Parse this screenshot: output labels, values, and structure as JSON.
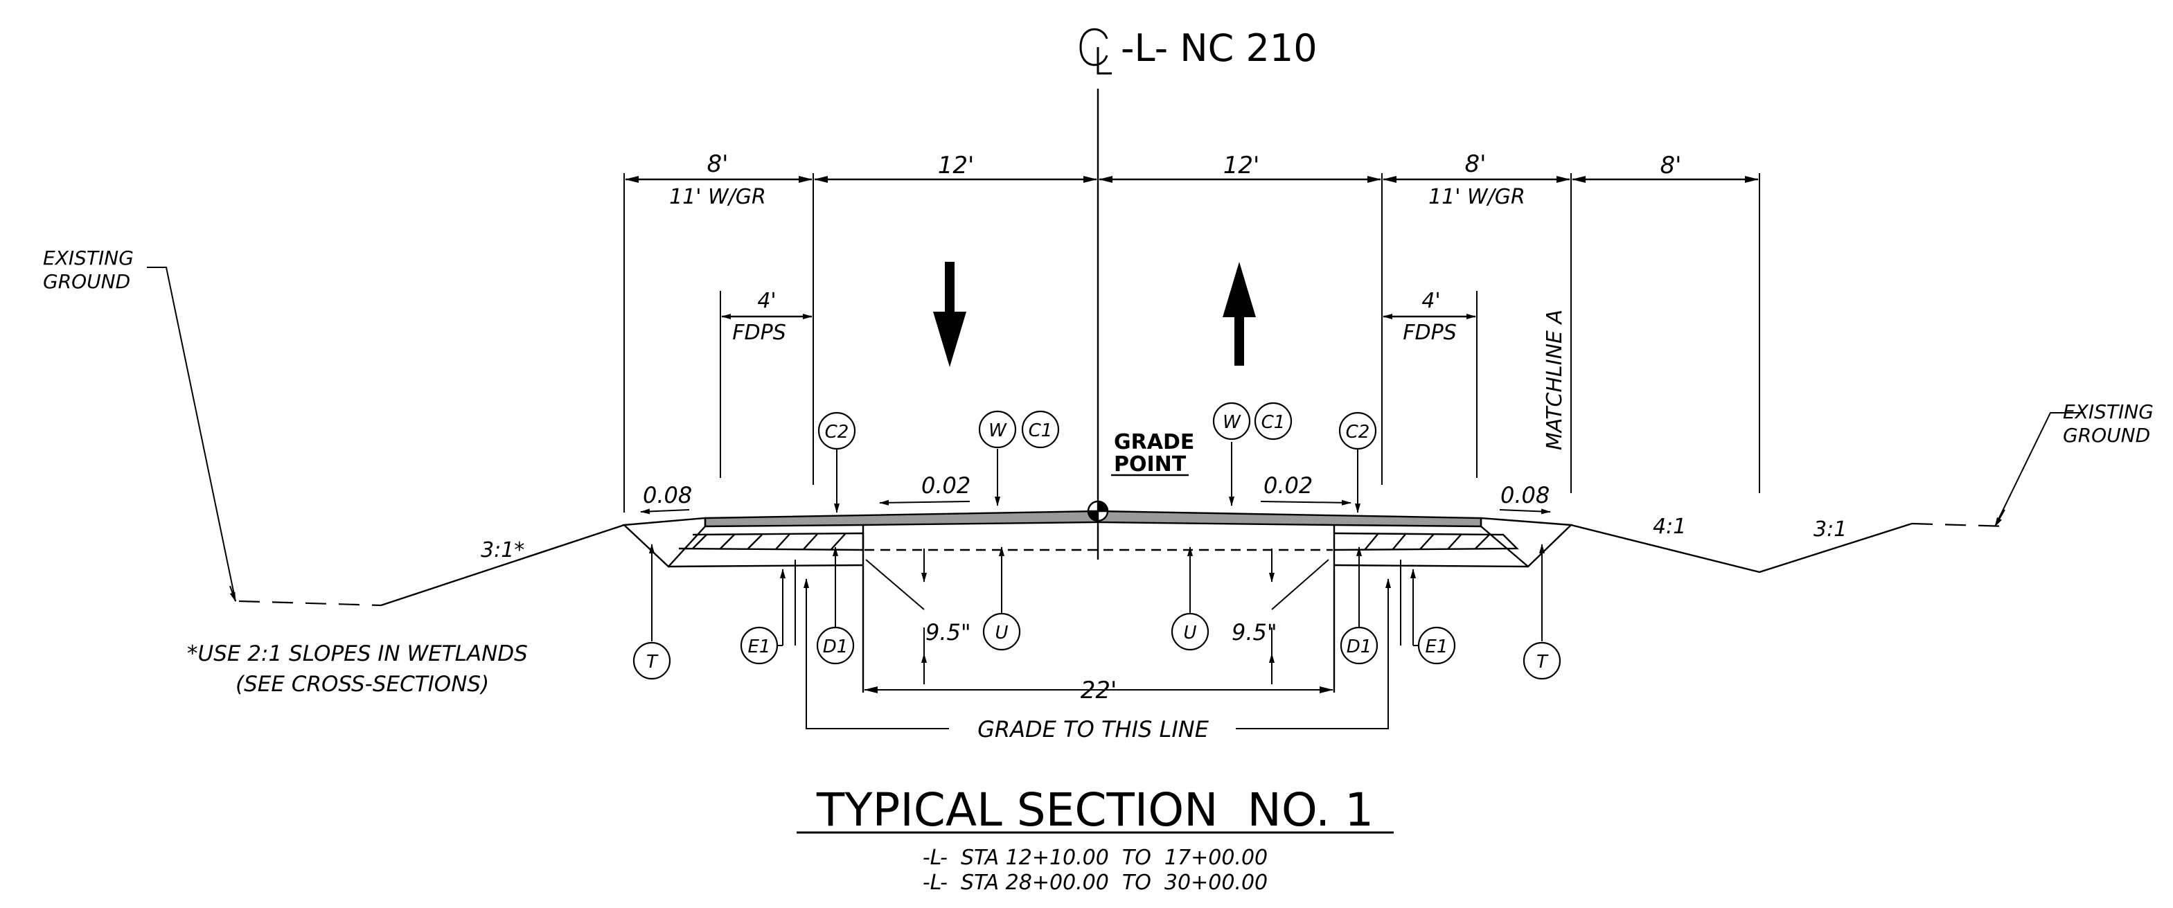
{
  "centerline": {
    "symbol": "CL",
    "label": "-L- NC 210"
  },
  "dimensions": {
    "left_shoulder": "8'",
    "left_shoulder_gr": "11' W/GR",
    "left_lane": "12'",
    "right_lane": "12'",
    "right_shoulder": "8'",
    "right_shoulder_gr": "11' W/GR",
    "outer_right": "8'",
    "left_fdps_width": "4'",
    "left_fdps": "FDPS",
    "right_fdps_width": "4'",
    "right_fdps": "FDPS",
    "base_width": "22'"
  },
  "slopes": {
    "left_shoulder": "0.08",
    "left_lane": "0.02",
    "right_lane": "0.02",
    "right_shoulder": "0.08",
    "left_fill": "3:1*",
    "right_ditch_front": "4:1",
    "right_ditch_back": "3:1"
  },
  "labels": {
    "existing_ground_left": [
      "EXISTING",
      "GROUND"
    ],
    "existing_ground_right": [
      "EXISTING",
      "GROUND"
    ],
    "grade_point": [
      "GRADE",
      "POINT"
    ],
    "matchline": "MATCHLINE A",
    "depth_left": "9.5\"",
    "depth_right": "9.5\"",
    "grade_line": "GRADE TO THIS LINE",
    "note": [
      "*USE 2:1 SLOPES IN WETLANDS",
      "(SEE CROSS-SECTIONS)"
    ]
  },
  "callouts": {
    "c2_left": "C2",
    "w_left": "W",
    "c1_left": "C1",
    "w_right": "W",
    "c1_right": "C1",
    "c2_right": "C2",
    "t_left": "T",
    "e1_left": "E1",
    "d1_left": "D1",
    "u_left": "U",
    "u_right": "U",
    "d1_right": "D1",
    "e1_right": "E1",
    "t_right": "T"
  },
  "title": {
    "main": "TYPICAL SECTION  NO. 1",
    "stations": [
      "-L-  STA 12+10.00  TO  17+00.00",
      "-L-  STA 28+00.00  TO  30+00.00"
    ]
  },
  "colors": {
    "ink": "#000000",
    "pavement": "#9a9a9a"
  }
}
